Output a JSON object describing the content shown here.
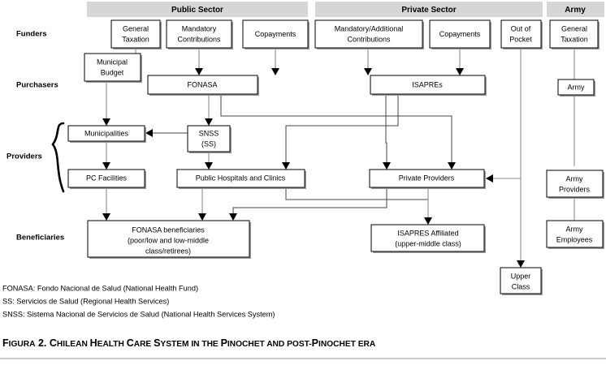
{
  "figure": {
    "caption_prefix": "Figura 2.",
    "caption_text": "Chilean Health Care System in the Pinochet and post-Pinochet era"
  },
  "bands": [
    {
      "id": "public",
      "label": "Public Sector"
    },
    {
      "id": "private",
      "label": "Private Sector"
    },
    {
      "id": "army",
      "label": "Army"
    }
  ],
  "row_labels": [
    {
      "id": "funders",
      "label": "Funders"
    },
    {
      "id": "purchasers",
      "label": "Purchasers"
    },
    {
      "id": "providers",
      "label": "Providers"
    },
    {
      "id": "beneficiaries",
      "label": "Beneficiaries"
    }
  ],
  "nodes": {
    "general_taxation_public": {
      "lines": [
        "General",
        "Taxation"
      ]
    },
    "mandatory_contributions": {
      "lines": [
        "Mandatory",
        "Contributions"
      ]
    },
    "copayments_public": {
      "lines": [
        "Copayments"
      ]
    },
    "mandatory_additional": {
      "lines": [
        "Mandatory/Additional",
        "Contributions"
      ]
    },
    "copayments_private": {
      "lines": [
        "Copayments"
      ]
    },
    "out_of_pocket": {
      "lines": [
        "Out of",
        "Pocket"
      ]
    },
    "general_taxation_army": {
      "lines": [
        "General",
        "Taxation"
      ]
    },
    "municipal_budget": {
      "lines": [
        "Municipal",
        "Budget"
      ]
    },
    "fonasa": {
      "lines": [
        "FONASA"
      ]
    },
    "isapres": {
      "lines": [
        "ISAPREs"
      ]
    },
    "army": {
      "lines": [
        "Army"
      ]
    },
    "municipalities": {
      "lines": [
        "Municipalities"
      ]
    },
    "snss": {
      "lines": [
        "SNSS",
        "(SS)"
      ]
    },
    "pc_facilities": {
      "lines": [
        "PC Facilities"
      ]
    },
    "public_hospitals": {
      "lines": [
        "Public Hospitals and Clinics"
      ]
    },
    "private_providers": {
      "lines": [
        "Private Providers"
      ]
    },
    "army_providers": {
      "lines": [
        "Army",
        "Providers"
      ]
    },
    "fonasa_beneficiaries": {
      "lines": [
        "FONASA beneficiaries",
        "(poor/low and low-middle",
        "class/retirees)"
      ]
    },
    "isapres_affiliated": {
      "lines": [
        "ISAPRES Affiliated",
        "(upper-middle class)"
      ]
    },
    "upper_class": {
      "lines": [
        "Upper",
        "Class"
      ]
    },
    "army_employees": {
      "lines": [
        "Army",
        "Employees"
      ]
    }
  },
  "legend": [
    "FONASA: Fondo Nacional de Salud (National Health Fund)",
    "SS: Servicios de Salud (Regional Health Services)",
    "SNSS: Sistema Nacional de Servicios de Salud (National Health Services System)"
  ],
  "colors": {
    "band_fill": "#d6d6d6",
    "connector": "#8c8c8c",
    "box_stroke": "#000000",
    "box_shadow": "#9a9a9a",
    "text": "#000000"
  }
}
